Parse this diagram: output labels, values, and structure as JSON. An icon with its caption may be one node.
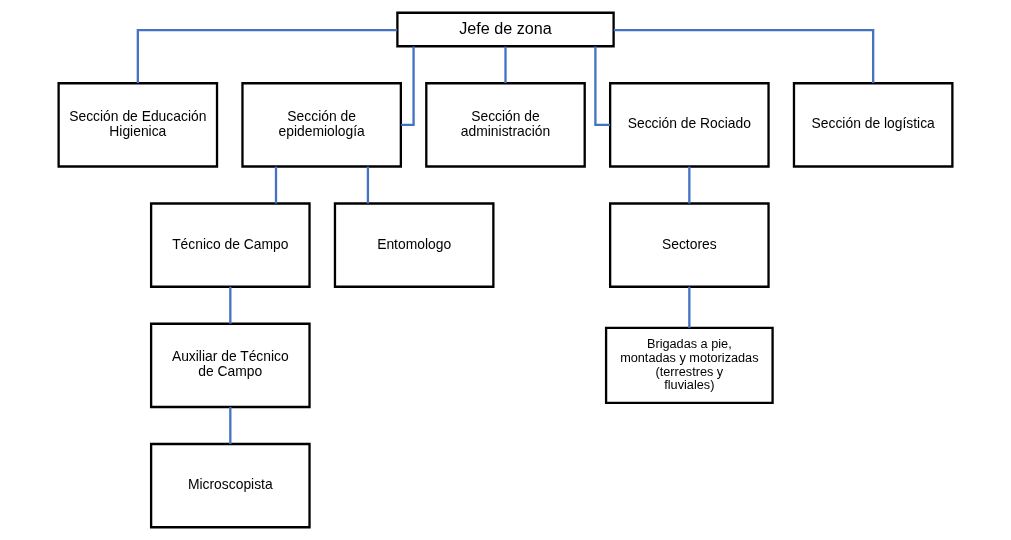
{
  "diagram": {
    "nodes": [
      {
        "text": [
          "Jefe de zona"
        ]
      },
      {
        "text": [
          "Sección de Educación Higienica"
        ]
      },
      {
        "text": [
          "Sección de epidemiología"
        ]
      },
      {
        "text": [
          "Sección de administración"
        ]
      },
      {
        "text": [
          "Sección de Rociado"
        ]
      },
      {
        "text": [
          "Sección de logística"
        ]
      },
      {
        "text": [
          "Técnico de Campo"
        ]
      },
      {
        "text": [
          "Entomologo"
        ]
      },
      {
        "text": [
          "Sectores"
        ]
      },
      {
        "text": [
          "Auxiliar de Técnico de Campo"
        ]
      },
      {
        "text": [
          "Brigadas a pie, montadas y motorizadas (terrestres y fluviales)"
        ]
      },
      {
        "text": [
          "Microscopista"
        ]
      }
    ],
    "edges": [
      {
        "from": 0,
        "to": 1,
        "arrow": "none",
        "color": "#4472c4"
      },
      {
        "from": 0,
        "to": 2,
        "arrow": "none",
        "color": "#4472c4"
      },
      {
        "from": 0,
        "to": 3,
        "arrow": "none",
        "color": "#4472c4"
      },
      {
        "from": 0,
        "to": 4,
        "arrow": "none",
        "color": "#4472c4"
      },
      {
        "from": 0,
        "to": 5,
        "arrow": "none",
        "color": "#4472c4"
      },
      {
        "from": 2,
        "to": 6,
        "arrow": "none",
        "color": "#4472c4"
      },
      {
        "from": 2,
        "to": 7,
        "arrow": "none",
        "color": "#4472c4"
      },
      {
        "from": 4,
        "to": 8,
        "arrow": "none",
        "color": "#4472c4"
      },
      {
        "from": 6,
        "to": 9,
        "arrow": "none",
        "color": "#4472c4"
      },
      {
        "from": 8,
        "to": 10,
        "arrow": "none",
        "color": "#4472c4"
      },
      {
        "from": 9,
        "to": 11,
        "arrow": "none",
        "color": "#4472c4"
      }
    ]
  }
}
